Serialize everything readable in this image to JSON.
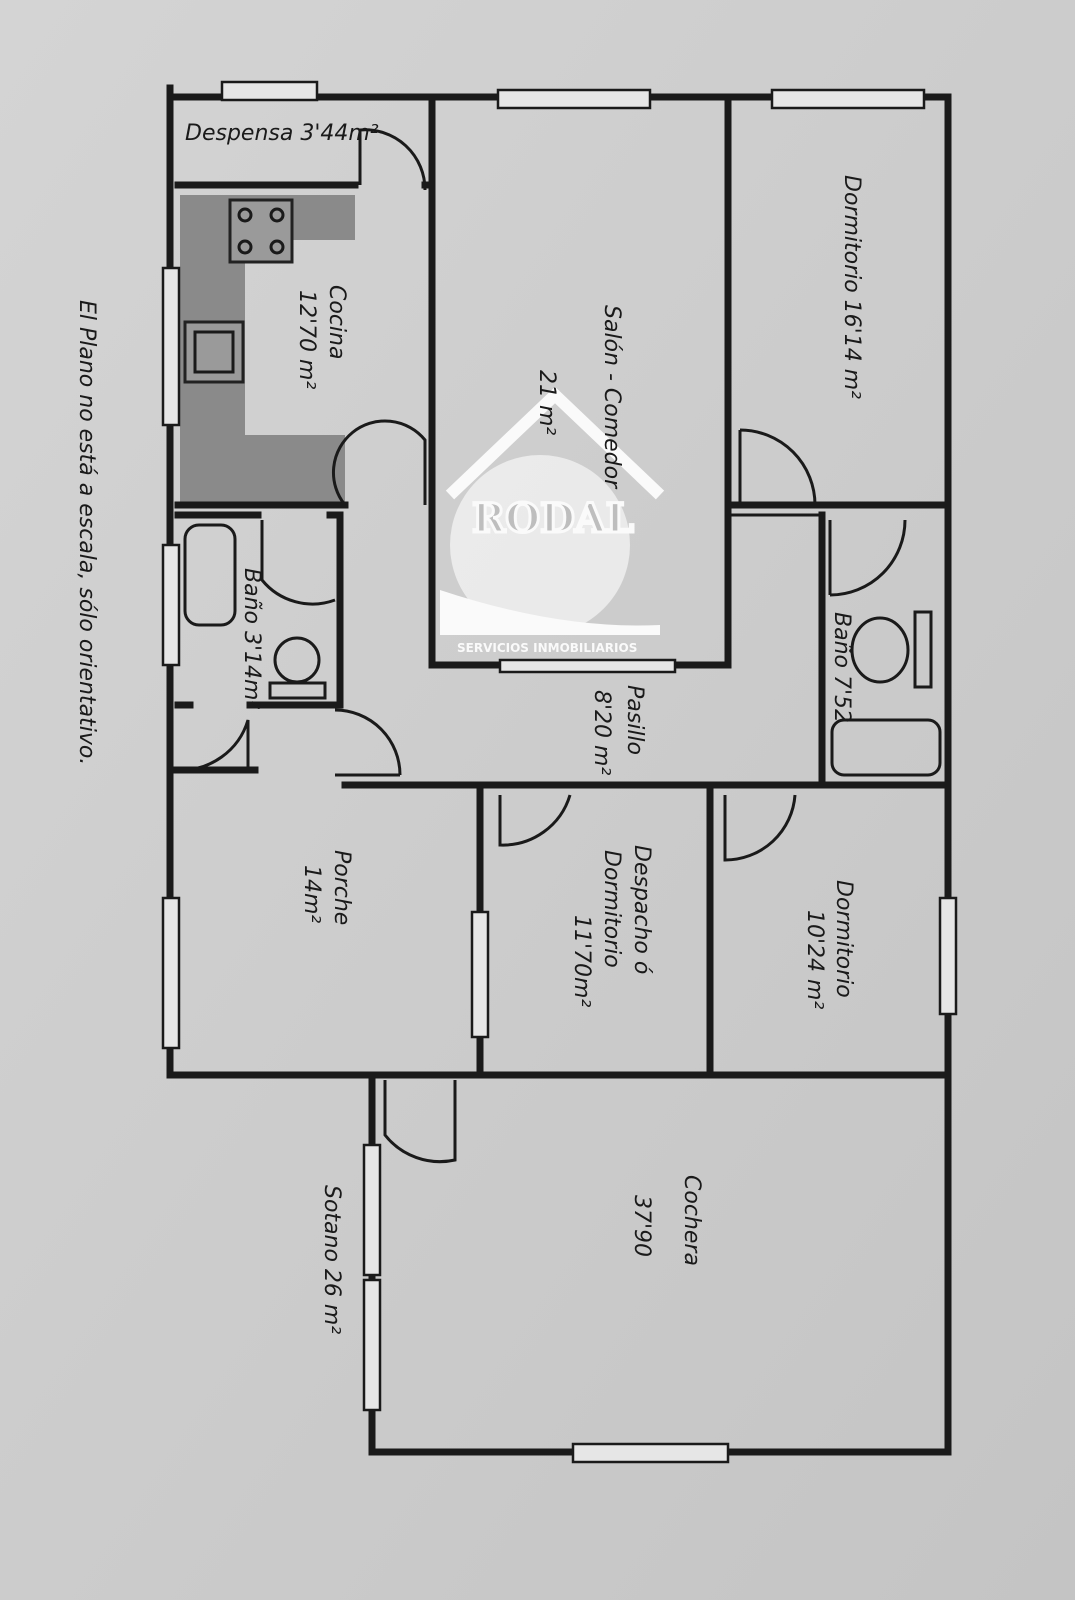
{
  "rooms": {
    "despensa": "Despensa 3'44m²",
    "cocina_name": "Cocina",
    "cocina_area": "12'70 m²",
    "salon_name": "Salón - Comedor",
    "salon_area": "21 m²",
    "dormitorio1": "Dormitorio 16'14 m²",
    "bano1": "Baño 3'14m²",
    "bano2": "Baño 7'52",
    "pasillo_name": "Pasillo",
    "pasillo_area": "8'20 m²",
    "porche_name": "Porche",
    "porche_area": "14m²",
    "despacho_l1": "Despacho ó",
    "despacho_l2": "Dormitorio",
    "despacho_area": "11'70m²",
    "dormitorio2_name": "Dormitorio",
    "dormitorio2_area": "10'24 m²",
    "cochera_name": "Cochera",
    "cochera_area": "37'90",
    "sotano": "Sotano 26 m²"
  },
  "note": "El Plano no está a escala, sólo orientativo.",
  "watermark": {
    "brand": "RODAL",
    "tagline": "SERVICIOS INMOBILIARIOS"
  }
}
